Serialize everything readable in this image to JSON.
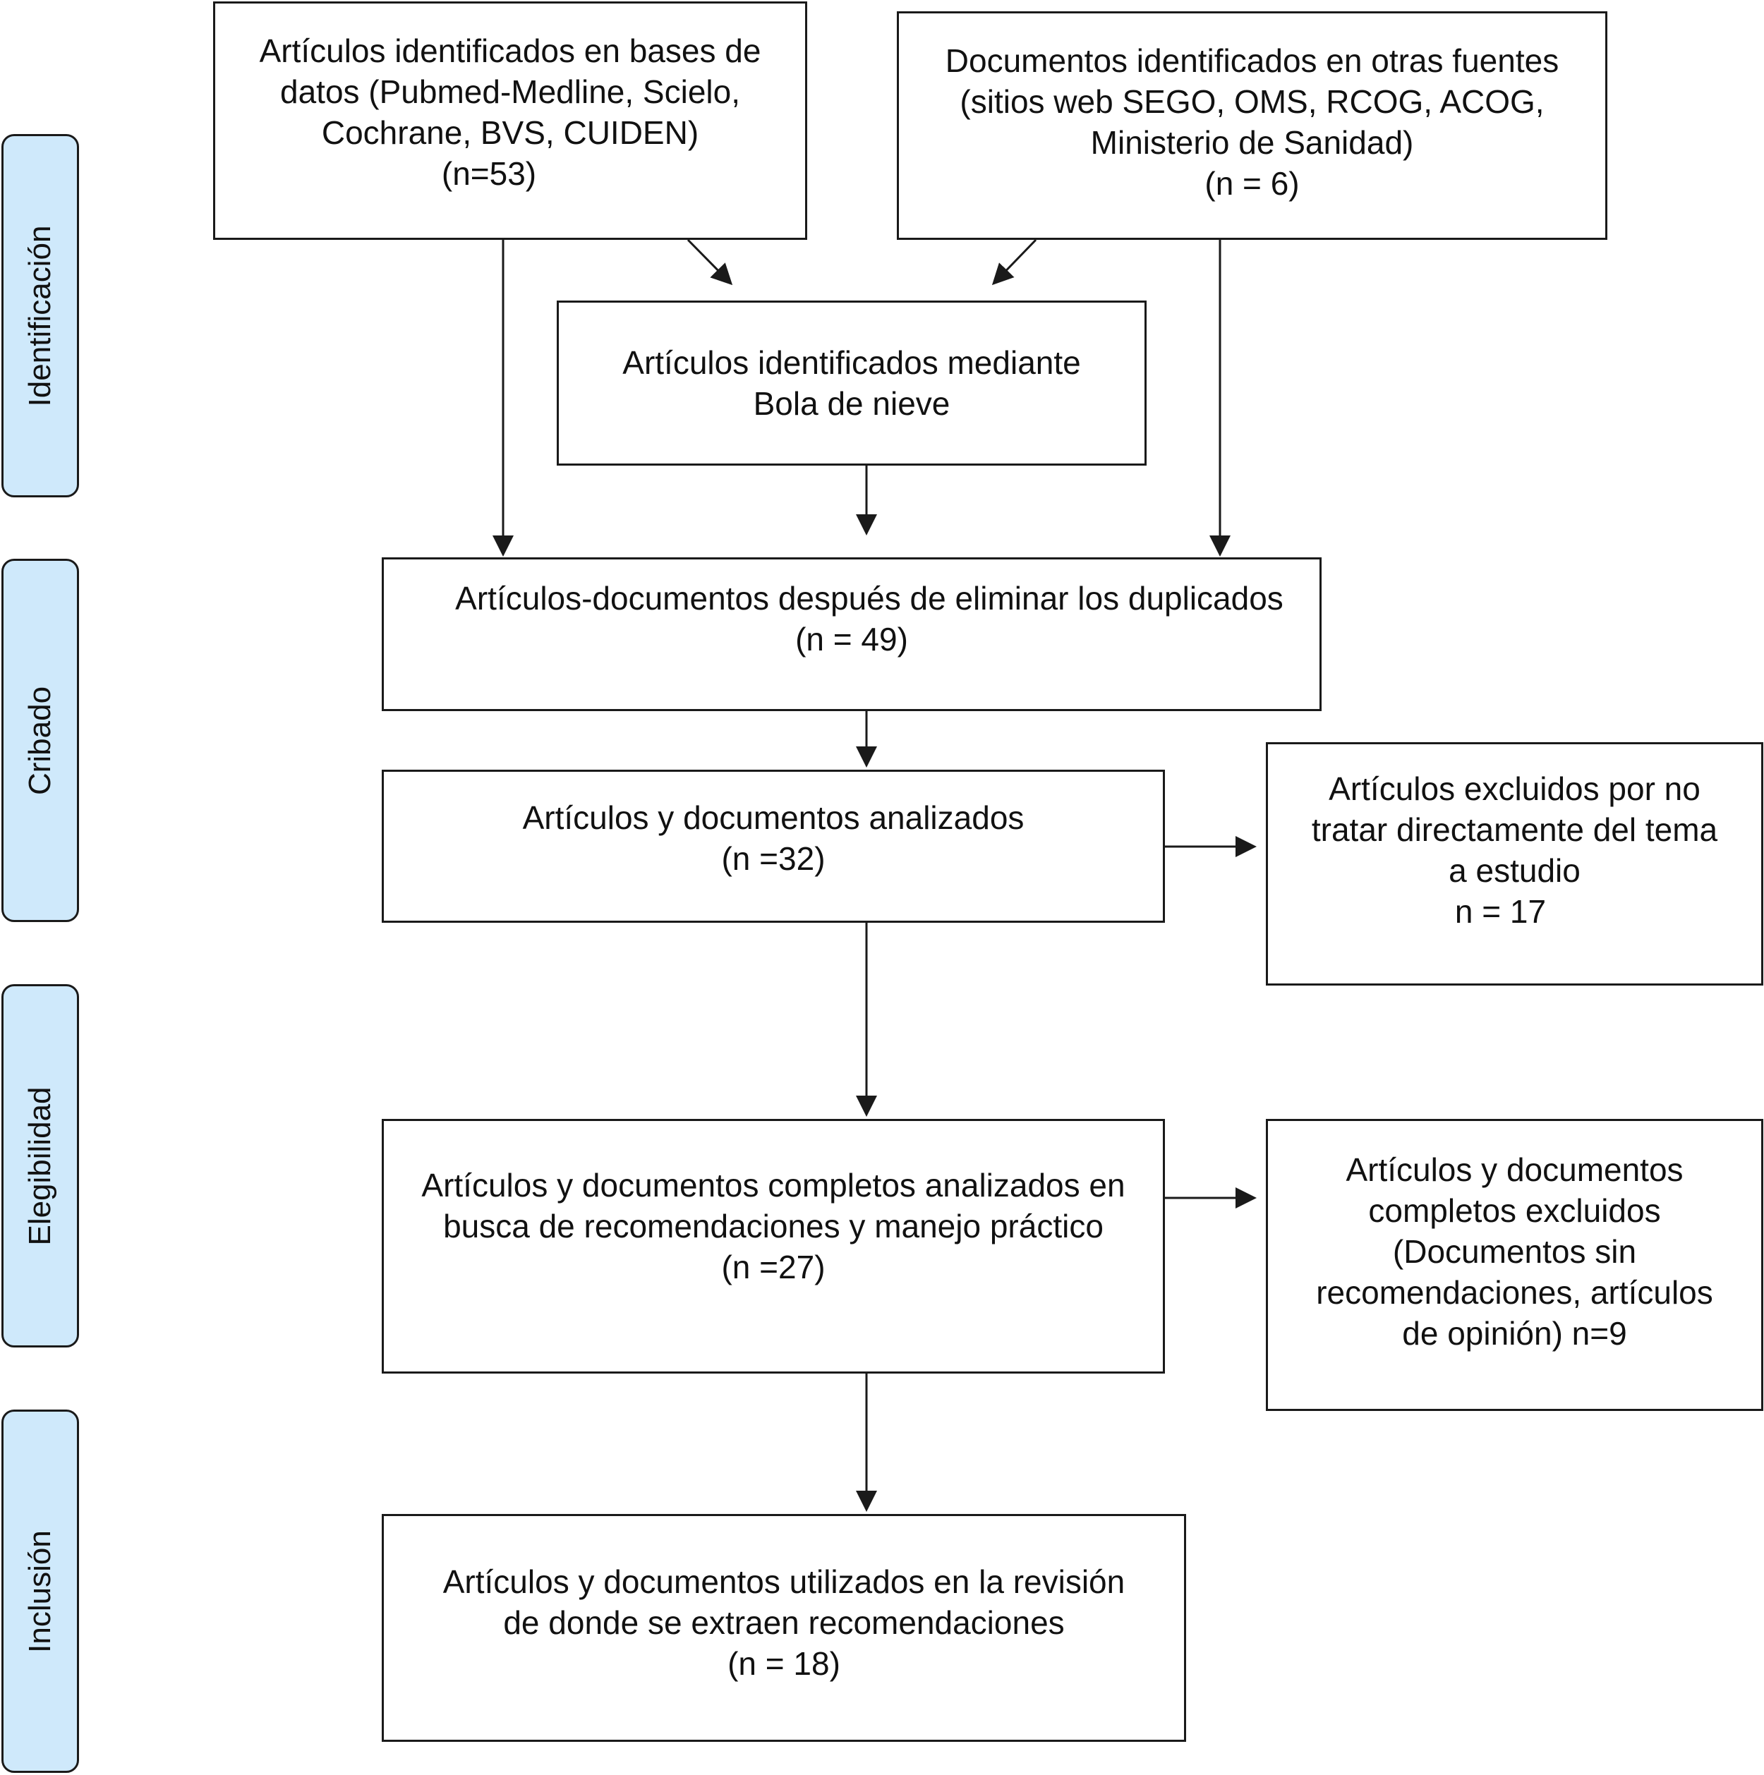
{
  "phases": {
    "identificacion": "Identificación",
    "cribado": "Cribado",
    "elegibilidad": "Elegibilidad",
    "inclusion": "Inclusión"
  },
  "boxes": {
    "databases": {
      "lines": [
        "Artículos identificados en bases de",
        "datos (Pubmed-Medline, Scielo,",
        "Cochrane, BVS, CUIDEN)",
        "(n=53)"
      ]
    },
    "other_sources": {
      "lines": [
        "Documentos identificados en otras fuentes",
        "(sitios web SEGO, OMS, RCOG, ACOG,",
        "Ministerio de Sanidad)",
        "(n = 6)"
      ]
    },
    "snowball": {
      "lines": [
        "Artículos identificados mediante",
        "Bola de nieve"
      ]
    },
    "after_duplicates": {
      "lines": [
        "Artículos-documentos después de eliminar los duplicados",
        "(n = 49)"
      ]
    },
    "analyzed": {
      "lines": [
        "Artículos y documentos analizados",
        "(n =32)"
      ]
    },
    "excluded_topic": {
      "lines": [
        "Artículos excluidos por no",
        "tratar directamente del tema",
        "a estudio",
        "n = 17"
      ]
    },
    "full_analyzed": {
      "lines": [
        "Artículos y documentos completos analizados en",
        "busca de recomendaciones y manejo práctico",
        "(n =27)"
      ]
    },
    "full_excluded": {
      "lines": [
        "Artículos y documentos",
        "completos excluidos",
        "(Documentos sin",
        "recomendaciones, artículos",
        "de opinión) n=9"
      ]
    },
    "included": {
      "lines": [
        "Artículos y documentos utilizados en la revisión",
        "de donde se extraen recomendaciones",
        "(n = 18)"
      ]
    }
  }
}
